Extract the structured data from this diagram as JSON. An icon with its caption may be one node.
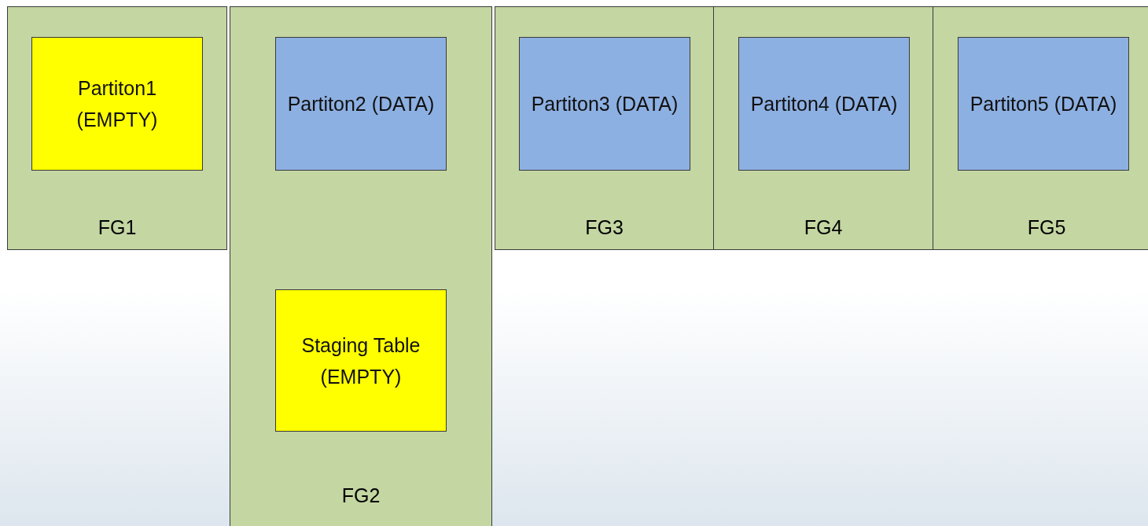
{
  "diagram": {
    "nodes": [
      {
        "text": [
          "FG1"
        ]
      },
      {
        "text": [
          "Partiton1 (EMPTY)"
        ],
        "in": 0
      },
      {
        "text": [
          "FG2"
        ]
      },
      {
        "text": [
          "Partiton2 (DATA)"
        ],
        "in": 2
      },
      {
        "text": [
          "Staging Table (EMPTY)"
        ],
        "in": 2
      },
      {
        "text": [
          "FG3"
        ]
      },
      {
        "text": [
          "Partiton3 (DATA)"
        ],
        "in": 5
      },
      {
        "text": [
          "FG4"
        ]
      },
      {
        "text": [
          "Partiton4 (DATA)"
        ],
        "in": 7
      },
      {
        "text": [
          "FG5"
        ]
      },
      {
        "text": [
          "Partiton5 (DATA)"
        ],
        "in": 9
      }
    ]
  }
}
